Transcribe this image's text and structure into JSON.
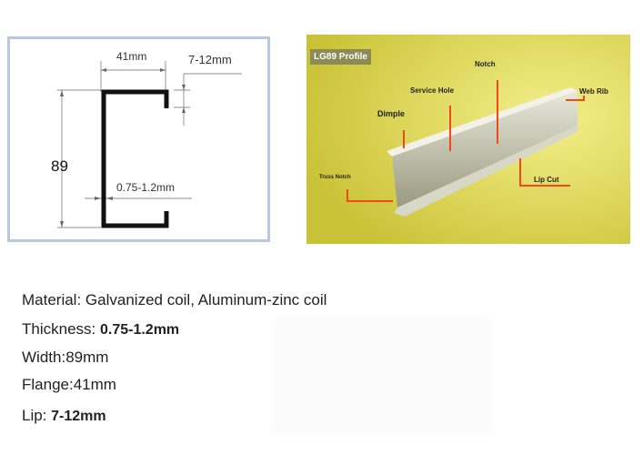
{
  "diagram": {
    "flange_label": "41mm",
    "lip_label": "7-12mm",
    "height_label": "89",
    "thickness_label": "0.75-1.2mm"
  },
  "photo": {
    "title": "LG89 Profile",
    "callouts": {
      "notch": "Notch",
      "service_hole": "Service Hole",
      "web_rib": "Web Rib",
      "dimple": "Dimple",
      "truss_notch": "Truss Notch",
      "lip_cut": "Lip Cut"
    },
    "background_color": "#d8d24a",
    "callout_color": "#f04a1a"
  },
  "specs": {
    "material_label": "Material:",
    "material_value": "Galvanized coil, Aluminum-zinc coil",
    "thickness_label": "Thickness:",
    "thickness_value": "0.75-1.2mm",
    "width_label": "Width:",
    "width_value": "89mm",
    "flange_label": "Flange:",
    "flange_value": "41mm",
    "lip_label": "Lip:",
    "lip_value": "7-12mm"
  }
}
